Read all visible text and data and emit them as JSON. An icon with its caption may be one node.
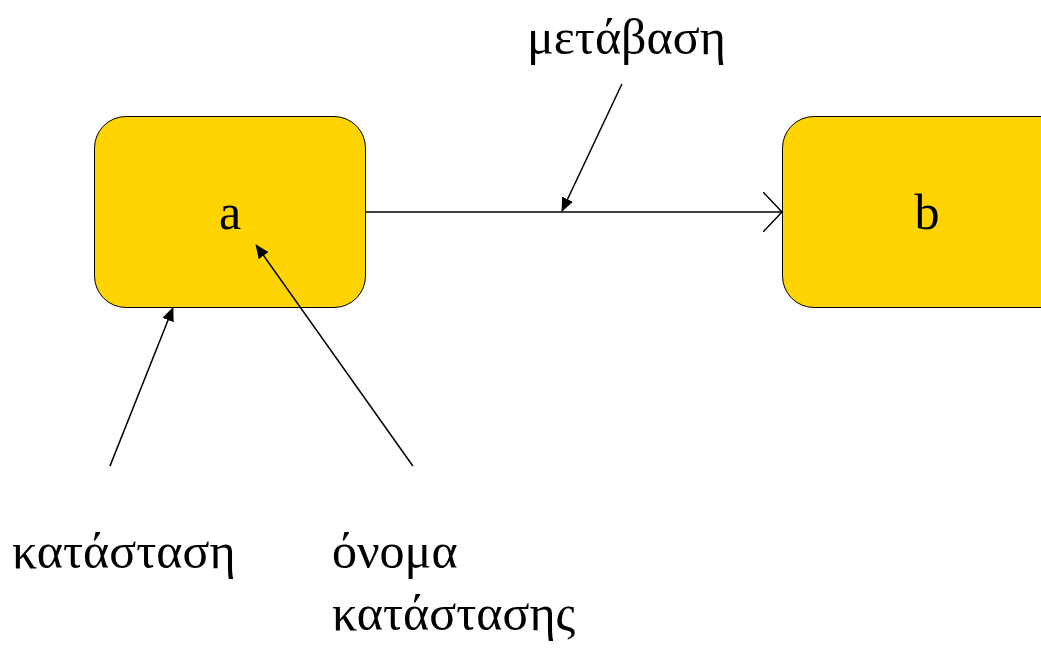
{
  "diagram": {
    "nodes": [
      {
        "text": [
          "a"
        ]
      },
      {
        "text": [
          "b"
        ]
      },
      {
        "text": [
          "μετάβαση"
        ]
      },
      {
        "text": [
          "κατάσταση"
        ]
      },
      {
        "text": [
          "όνομα κατάστασης"
        ]
      }
    ],
    "edges": [
      {
        "from": 0,
        "to": 1,
        "arrow": "to"
      },
      {
        "from": 2,
        "to": null,
        "arrow": "to"
      },
      {
        "from": 3,
        "to": 0,
        "arrow": "to"
      },
      {
        "from": 4,
        "to": 0,
        "arrow": "to"
      }
    ]
  }
}
